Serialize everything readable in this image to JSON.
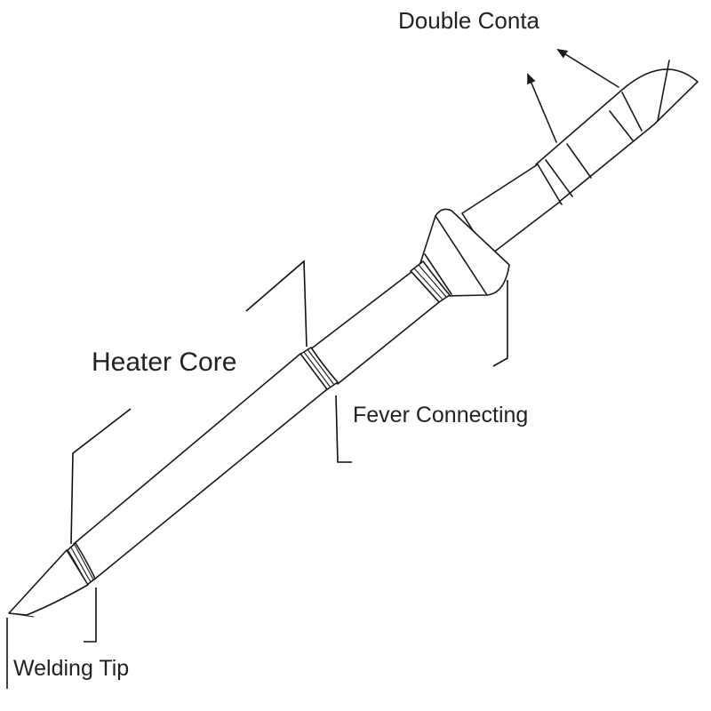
{
  "diagram": {
    "colors": {
      "line": "#1a1a1a",
      "background": "#ffffff",
      "text": "#222222"
    },
    "labels": {
      "double_contact": "Double Conta",
      "heater_core": "Heater Core",
      "fever_connecting": "Fever Connecting",
      "welding_tip": "Welding Tip"
    }
  }
}
